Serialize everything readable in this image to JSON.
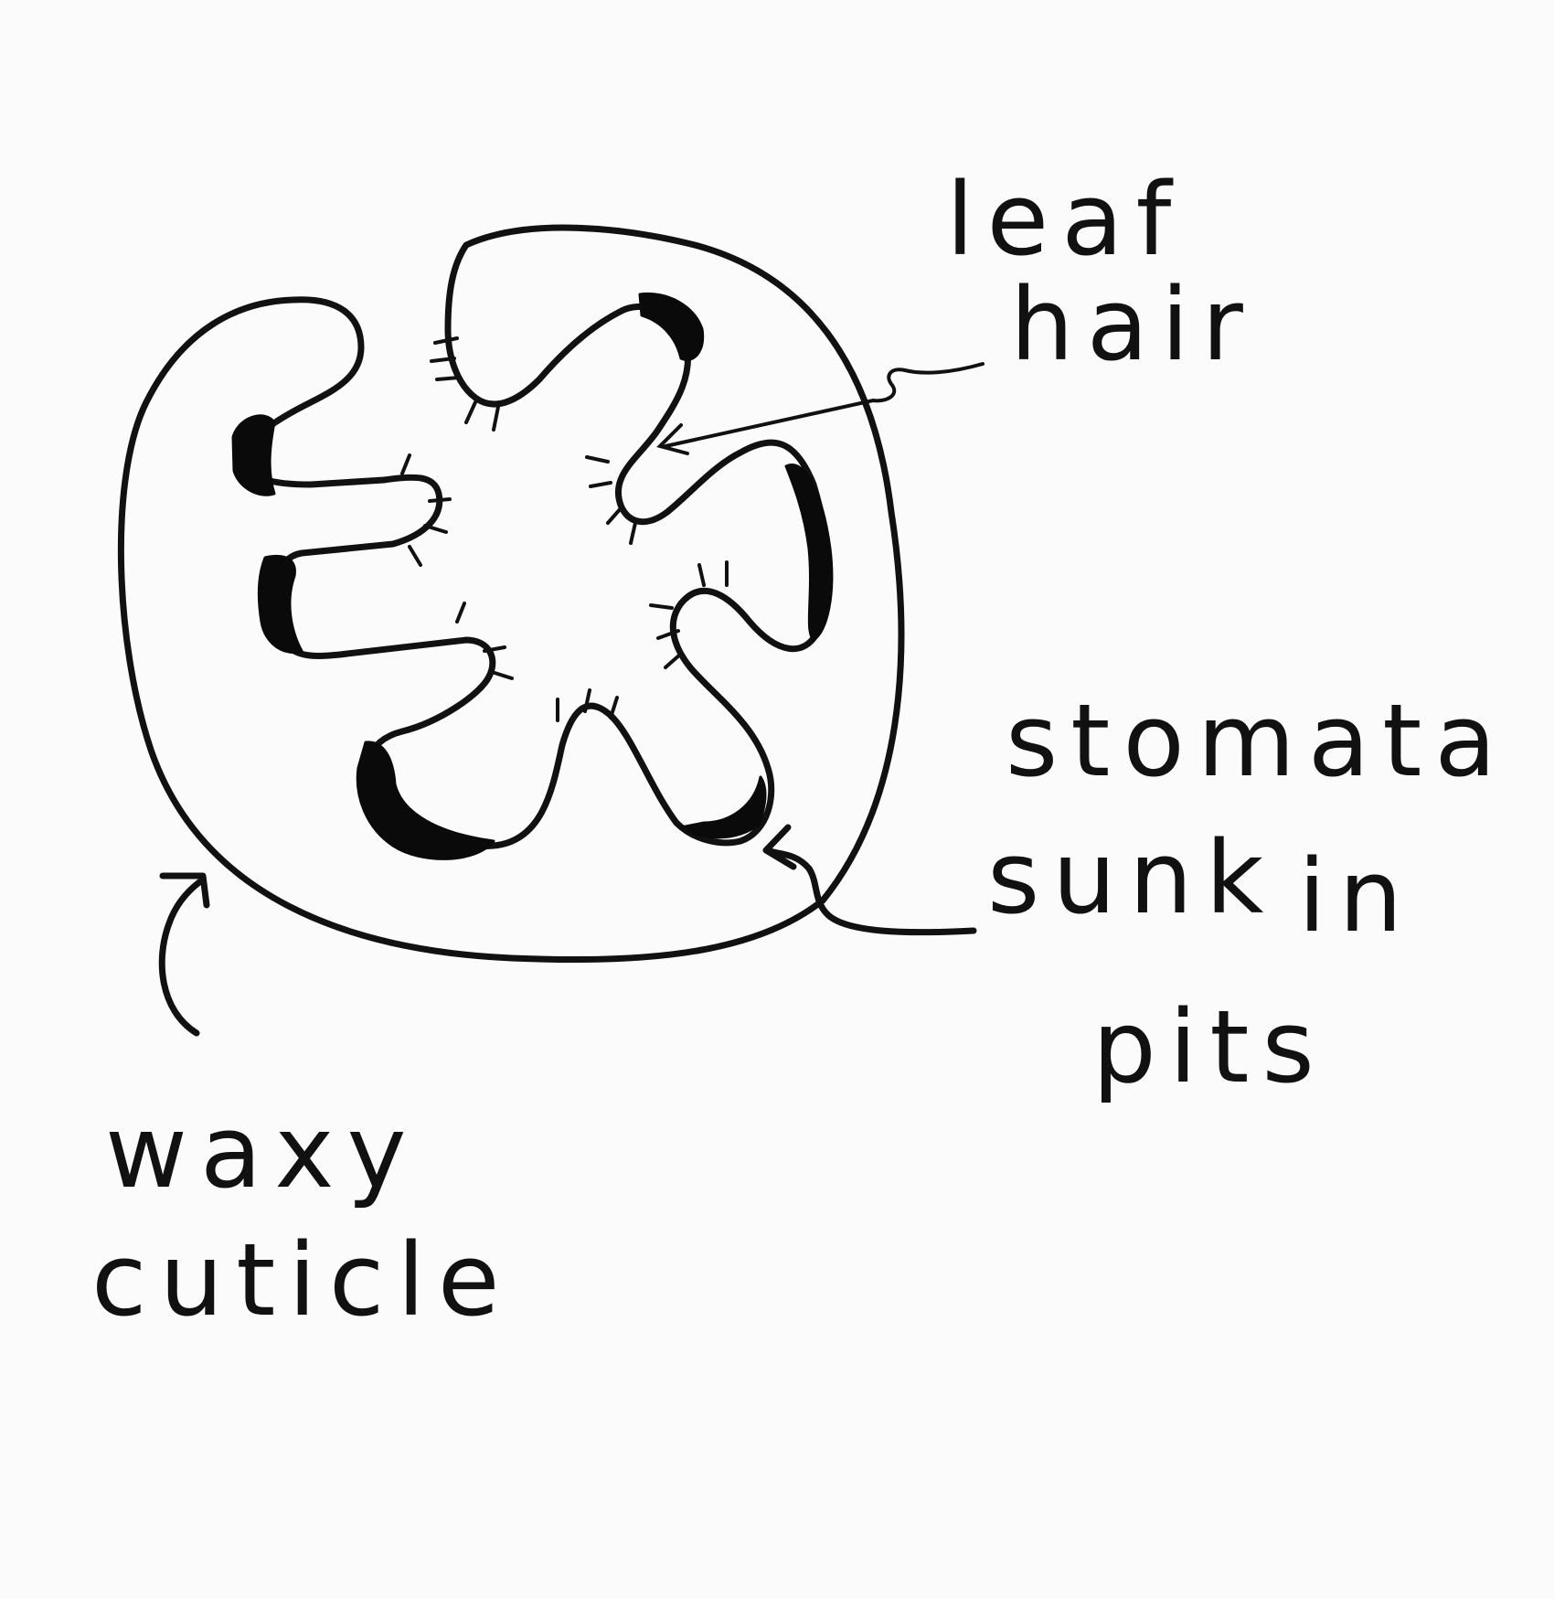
{
  "labels": {
    "leaf_hair_1": "leaf",
    "leaf_hair_2": "hair",
    "stomata_1": "stomata",
    "stomata_2": "sunk",
    "stomata_3": "in",
    "stomata_4": "pits",
    "cuticle_1": "waxy",
    "cuticle_2": "cuticle"
  },
  "colors": {
    "ink": "#111111",
    "paper": "#fbfbfb"
  }
}
